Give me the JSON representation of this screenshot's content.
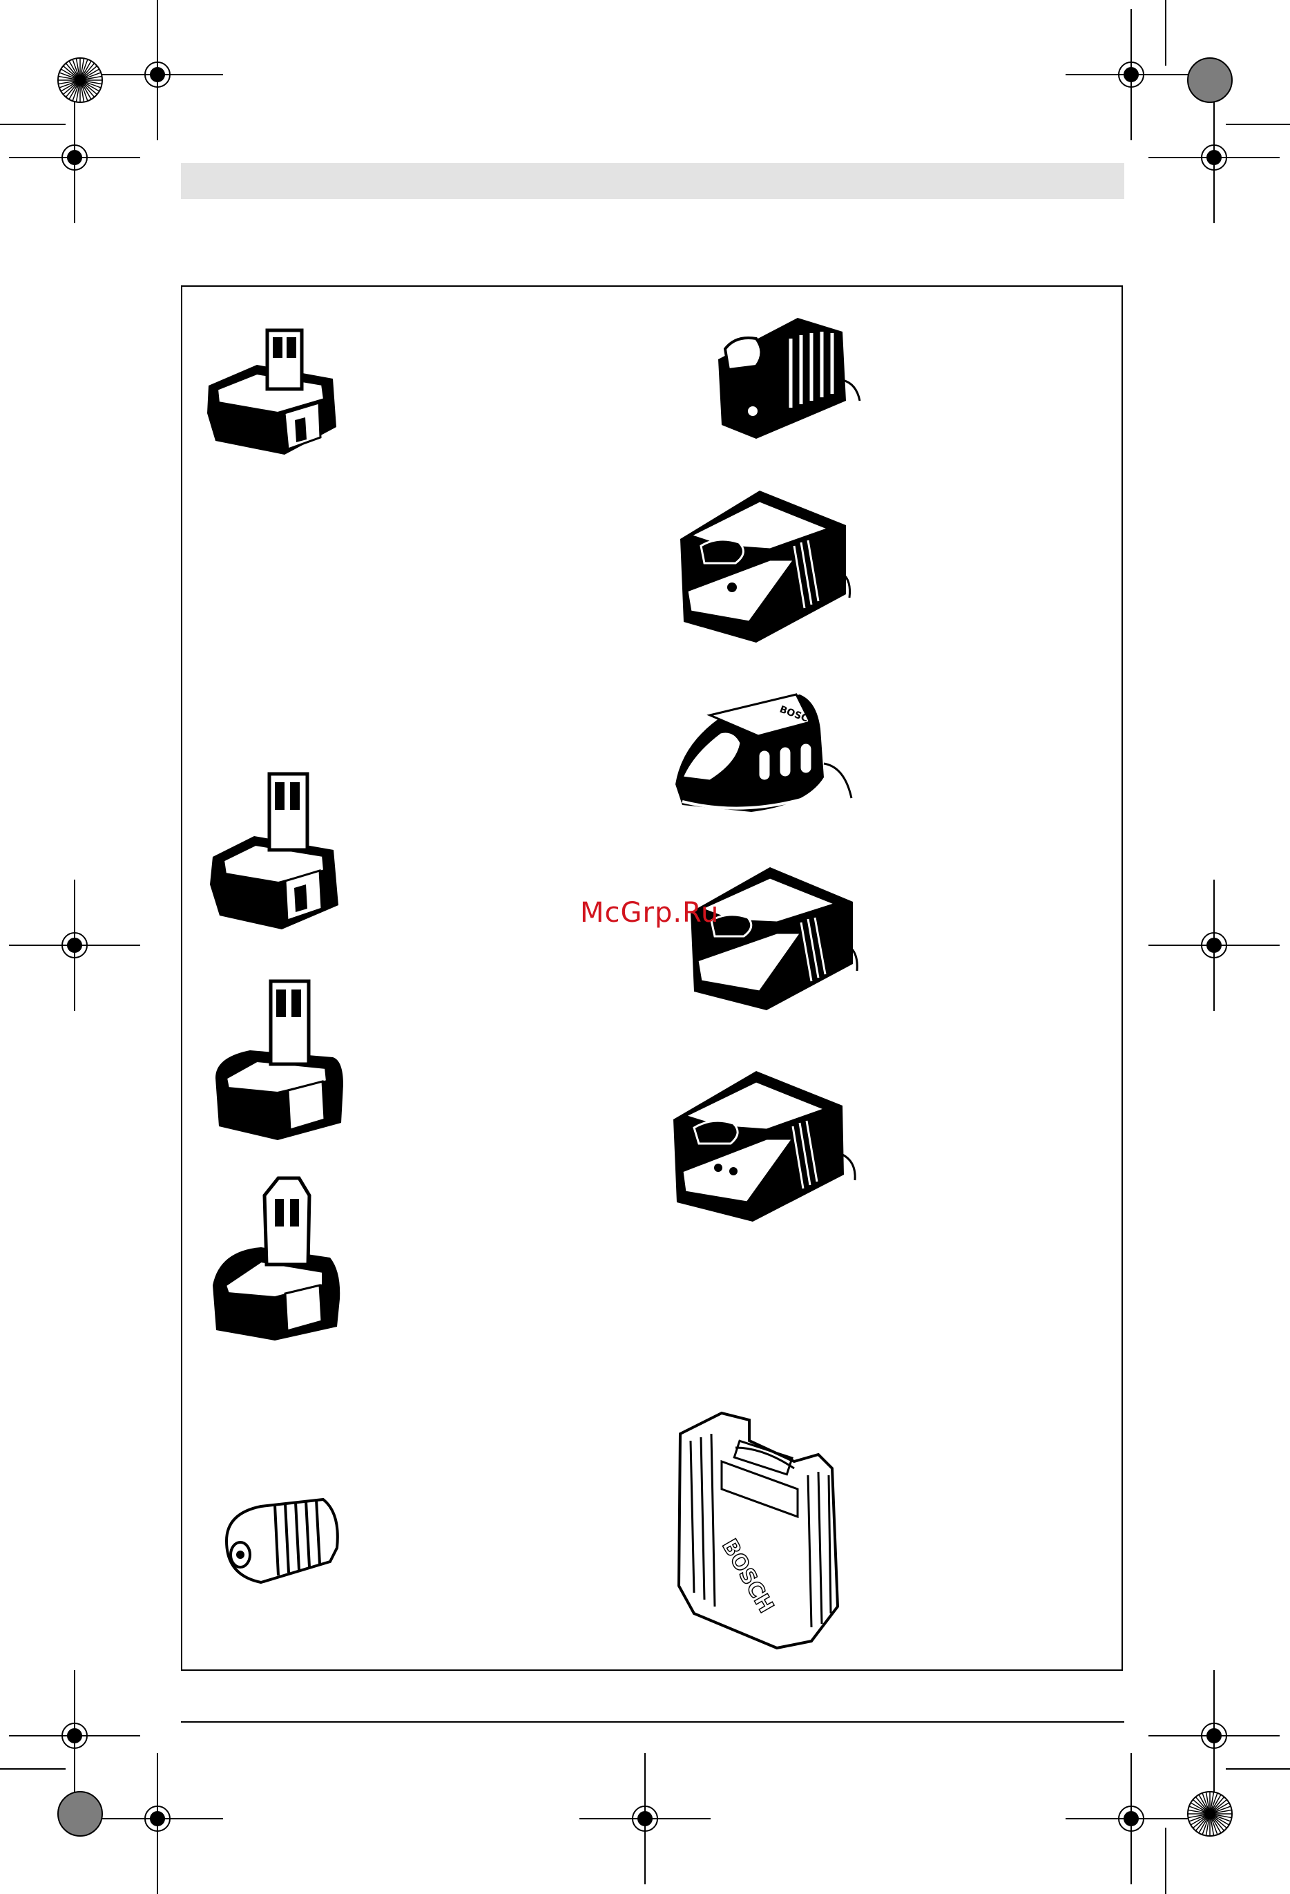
{
  "watermark": "McGrp.Ru",
  "case_brand": "BOSCH",
  "charger_brand": "BOSCH",
  "colors": {
    "ink": "#000000",
    "header_bar": "#e3e3e3",
    "watermark": "#d2141e"
  }
}
